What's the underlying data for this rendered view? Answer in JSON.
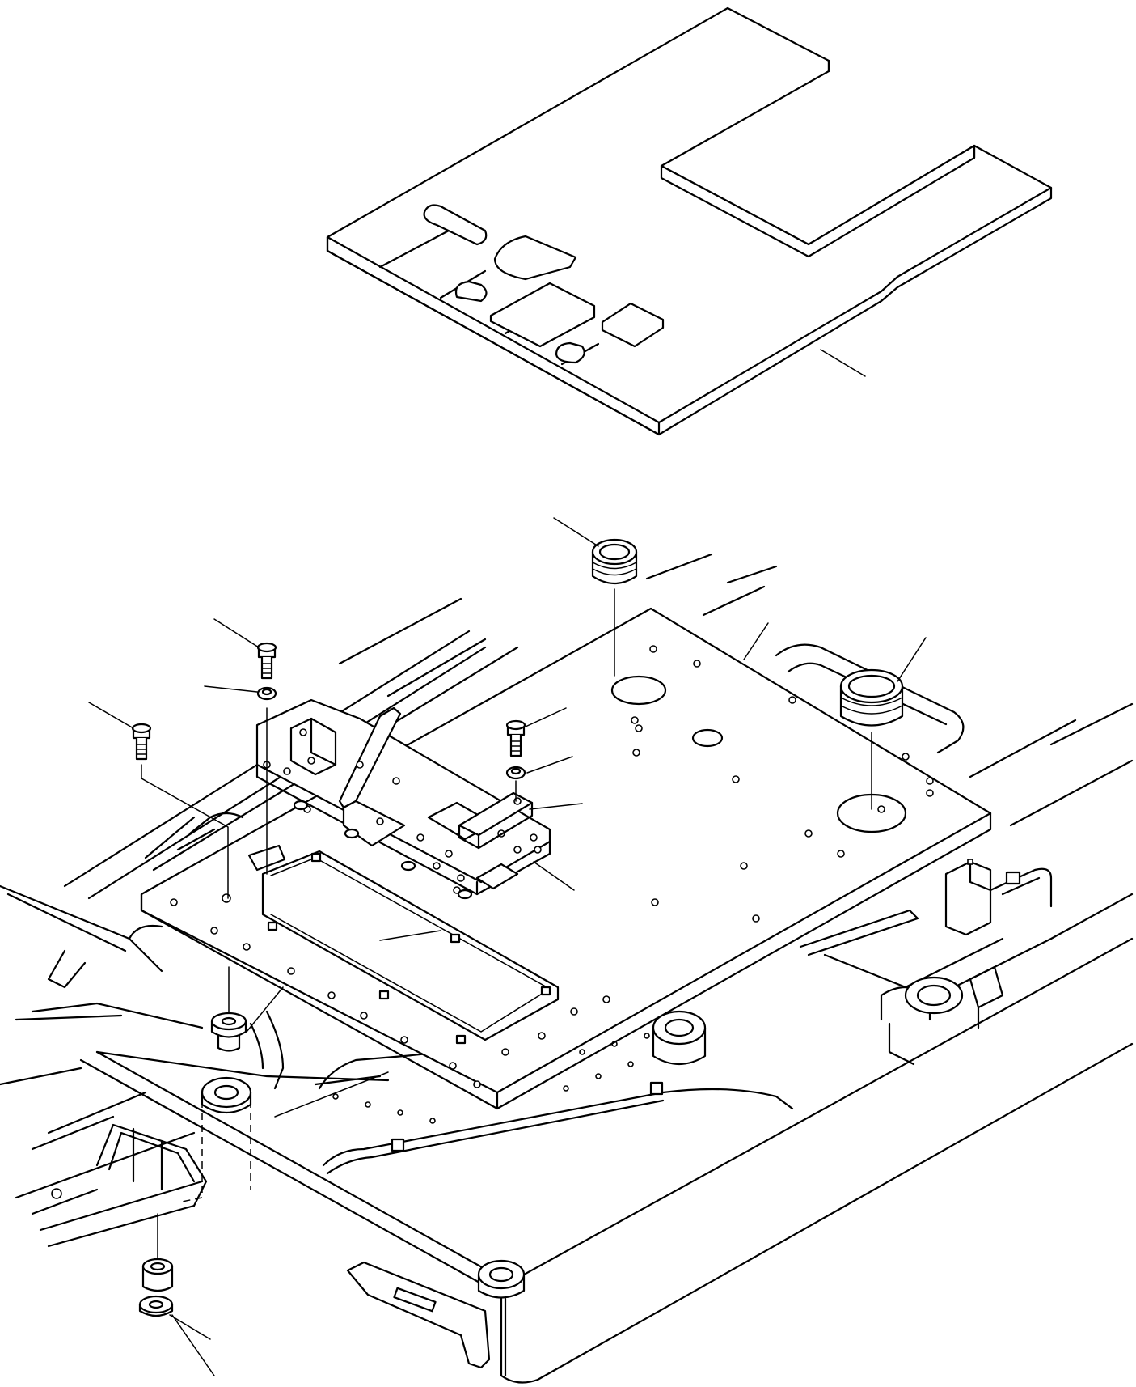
{
  "diagram": {
    "parts": [
      {
        "name": "floor-mat"
      },
      {
        "name": "floor-plate"
      },
      {
        "name": "control-stand-bracket"
      },
      {
        "name": "stopper-plate"
      },
      {
        "name": "mounting-bolt-left"
      },
      {
        "name": "mounting-bolt-upper"
      },
      {
        "name": "mounting-bolt-center"
      },
      {
        "name": "washer-upper"
      },
      {
        "name": "washer-center"
      },
      {
        "name": "grommet-top"
      },
      {
        "name": "grommet-right"
      },
      {
        "name": "damper-mount-upper"
      },
      {
        "name": "damper-mount-lower"
      },
      {
        "name": "nut-lower"
      },
      {
        "name": "revolving-frame"
      }
    ],
    "colors": {
      "line": "#000000",
      "background": "#ffffff"
    }
  }
}
